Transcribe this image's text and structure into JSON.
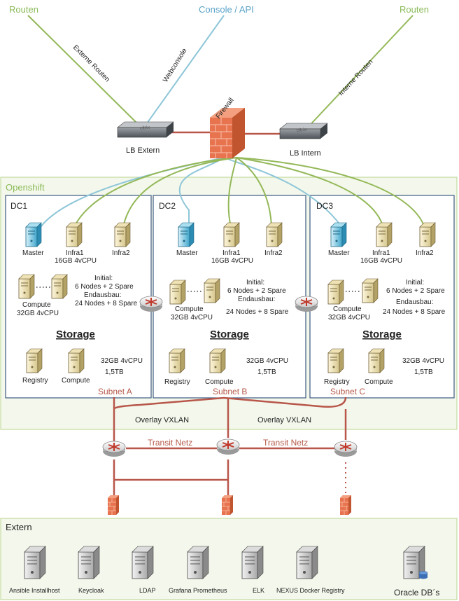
{
  "top": {
    "routen_left": "Routen",
    "console_api": "Console / API",
    "routen_right": "Routen",
    "externe_routen": "Externe Routen",
    "webconsole": "Webconsole",
    "interne_routen": "Interne Routen",
    "lb_extern": "LB Extern",
    "lb_intern": "LB Intern",
    "firewall": "Firewall",
    "citrix": "citrix"
  },
  "openshift": {
    "title": "Openshift"
  },
  "dcs": [
    {
      "name": "DC1",
      "master": "Master",
      "infra1": "Infra1",
      "infra1_spec": "16GB 4vCPU",
      "infra2": "Infra2",
      "compute": "Compute",
      "compute_spec": "32GB 4vCPU",
      "initial": "Initial:",
      "initial_nodes": "6 Nodes + 2 Spare",
      "endausbau": "Endausbau:",
      "endausbau_nodes": "24 Nodes + 8 Spare",
      "storage": "Storage",
      "registry": "Registry",
      "storage_compute": "Compute",
      "storage_spec": "32GB 4vCPU",
      "storage_size": "1,5TB",
      "subnet": "Subnet A"
    },
    {
      "name": "DC2",
      "master": "Master",
      "infra1": "Infra1",
      "infra1_spec": "16GB 4vCPU",
      "infra2": "Infra2",
      "compute": "Compute",
      "compute_spec": "32GB 4vCPU",
      "initial": "Initial:",
      "initial_nodes": "6 Nodes + 2 Spare",
      "endausbau": "Endausbau:",
      "endausbau_nodes": "24 Nodes + 8 Spare",
      "storage": "Storage",
      "registry": "Registry",
      "storage_compute": "Compute",
      "storage_spec": "32GB 4vCPU",
      "storage_size": "1,5TB",
      "subnet": "Subnet B"
    },
    {
      "name": "DC3",
      "master": "Master",
      "infra1": "Infra1",
      "infra1_spec": "16GB 4vCPU",
      "infra2": "Infra2",
      "compute": "Compute",
      "compute_spec": "32GB 4vCPU",
      "initial": "Initial:",
      "initial_nodes": "6 Nodes + 2 Spare",
      "endausbau": "Endausbau:",
      "endausbau_nodes": "24 Nodes + 8 Spare",
      "storage": "Storage",
      "registry": "Registry",
      "storage_compute": "Compute",
      "storage_spec": "32GB 4vCPU",
      "storage_size": "1,5TB",
      "subnet": "Subnet C"
    }
  ],
  "network": {
    "overlay_left": "Overlay VXLAN",
    "overlay_right": "Overlay VXLAN",
    "transit_left": "Transit Netz",
    "transit_right": "Transit Netz"
  },
  "extern": {
    "title": "Extern",
    "servers": [
      "Ansible Installhost",
      "Keycloak",
      "LDAP",
      "Grafana Prometheus",
      "ELK",
      "NEXUS Docker Registry"
    ],
    "oracle": "Oracle DB´s"
  },
  "colors": {
    "green_line": "#93b858",
    "blue_line": "#8ec6d8",
    "red_line": "#b8564a",
    "blue_text": "#5aa3c8",
    "green_text": "#8aba58",
    "dc_border": "#3d5a80",
    "openshift_bg": "#f4f8ec",
    "openshift_border": "#b8d38c"
  }
}
